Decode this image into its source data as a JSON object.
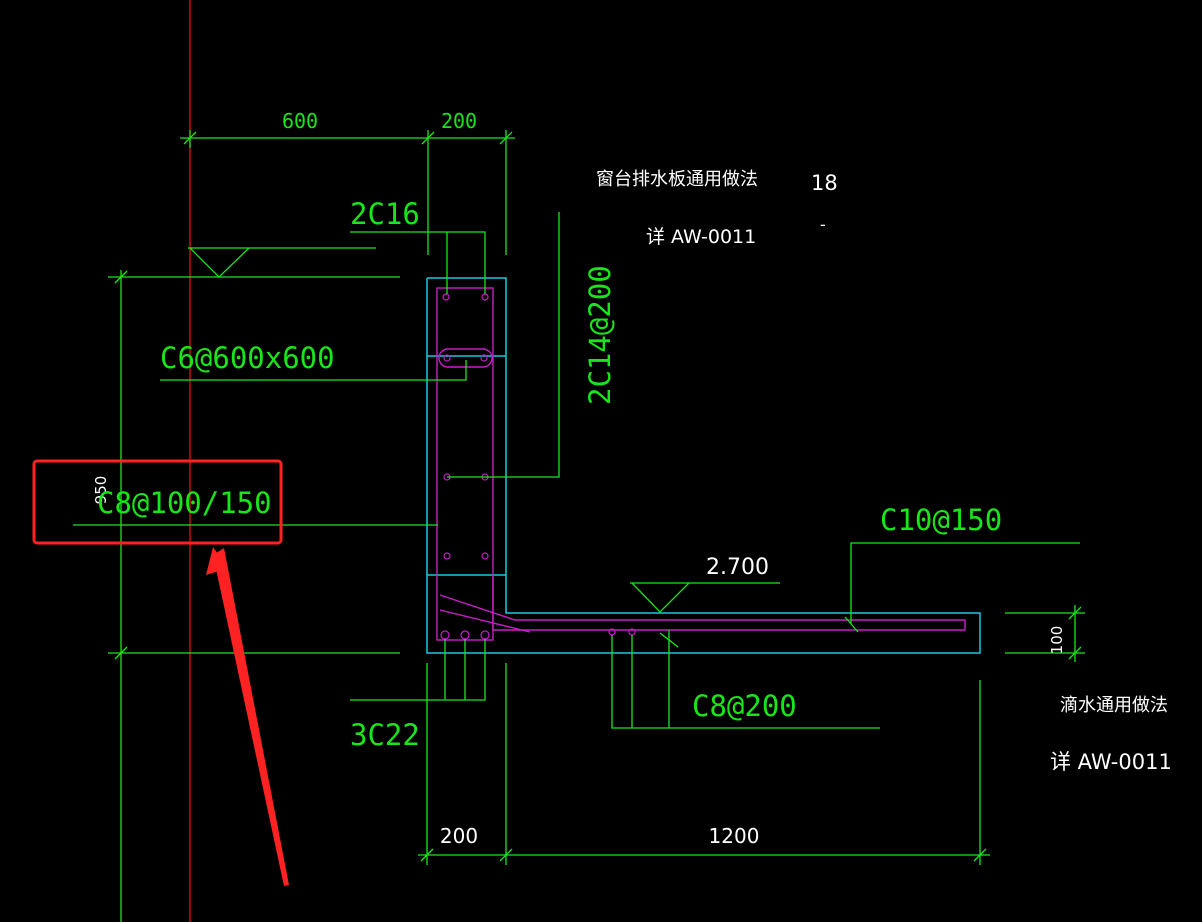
{
  "colors": {
    "background": "#000000",
    "dimension": "#19e619",
    "concrete_outline": "#17c9e0",
    "rebar": "#c81ec8",
    "text_white": "#ffffff",
    "highlight": "#ff2222"
  },
  "dimensions": {
    "top_600": "600",
    "top_200": "200",
    "left_950": "950",
    "right_100": "100",
    "bottom_200": "200",
    "bottom_1200": "1200"
  },
  "labels": {
    "bar_2c16": "2C16",
    "bar_c6": "C6@600x600",
    "bar_c8_100_150": "C8@100/150",
    "bar_2c14": "2C14@200",
    "bar_c10": "C10@150",
    "bar_c8_200": "C8@200",
    "bar_3c22": "3C22",
    "elevation": "2.700"
  },
  "notes": {
    "window_sill_title": "窗台排水板通用做法",
    "window_sill_ref": "详 AW-0011",
    "number_18": "18",
    "dash": "-",
    "drip_title": "滴水通用做法",
    "drip_ref": "详 AW-0011"
  }
}
